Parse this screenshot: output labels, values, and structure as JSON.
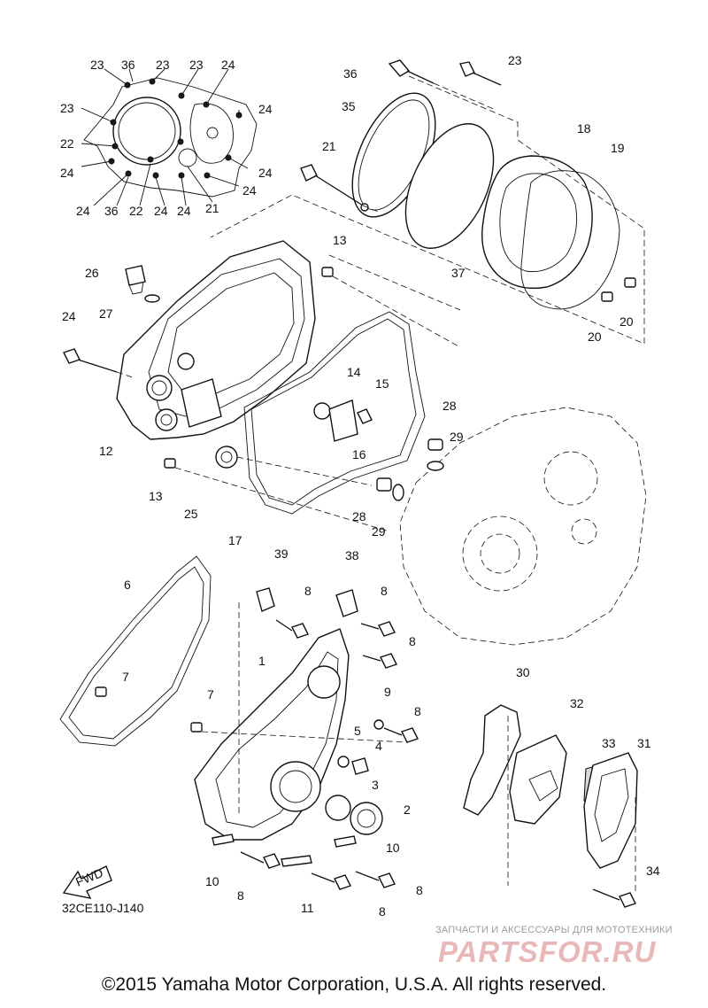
{
  "diagram": {
    "code": "32CE110-J140",
    "fwd_label": "FWD",
    "copyright": "©2015 Yamaha Motor Corporation, U.S.A. All rights reserved.",
    "watermark": {
      "subtitle": "ЗАПЧАСТИ И АКСЕССУАРЫ ДЛЯ МОТОТЕХНИКИ",
      "logo": "PARTSFOR.RU"
    }
  },
  "callouts": [
    "23",
    "36",
    "23",
    "23",
    "24",
    "23",
    "24",
    "22",
    "24",
    "24",
    "24",
    "36",
    "22",
    "24",
    "24",
    "21",
    "24",
    "36",
    "23",
    "35",
    "21",
    "18",
    "19",
    "37",
    "20",
    "20",
    "13",
    "26",
    "27",
    "24",
    "14",
    "15",
    "12",
    "13",
    "25",
    "16",
    "17",
    "28",
    "29",
    "28",
    "29",
    "39",
    "38",
    "8",
    "8",
    "6",
    "8",
    "1",
    "7",
    "9",
    "8",
    "7",
    "5",
    "4",
    "3",
    "2",
    "10",
    "8",
    "10",
    "11",
    "8",
    "8",
    "30",
    "32",
    "33",
    "31",
    "34"
  ]
}
